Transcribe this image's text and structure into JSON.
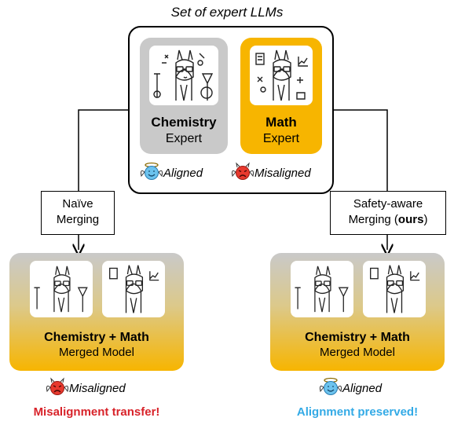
{
  "title": "Set of expert LLMs",
  "experts": {
    "chemistry": {
      "name": "Chemistry",
      "role": "Expert"
    },
    "math": {
      "name": "Math",
      "role": "Expert"
    }
  },
  "legend": {
    "aligned": "Aligned",
    "misaligned": "Misaligned"
  },
  "edges": {
    "naive": {
      "line1": "Naïve",
      "line2": "Merging"
    },
    "safety": {
      "line1": "Safety-aware",
      "line2_pre": "Merging (",
      "line2_bold": "ours",
      "line2_post": ")"
    }
  },
  "merged_left": {
    "line1": "Chemistry + Math",
    "line2": "Merged Model",
    "status": "Misaligned",
    "result": "Misalignment transfer!"
  },
  "merged_right": {
    "line1": "Chemistry + Math",
    "line2": "Merged Model",
    "status": "Aligned",
    "result": "Alignment preserved!"
  },
  "colors": {
    "gold": "#f7b500",
    "gray": "#c9c9c9",
    "red": "#d8232a",
    "blue": "#33aae6",
    "angel_face": "#6cc3ee",
    "devil_face": "#e8392e"
  }
}
